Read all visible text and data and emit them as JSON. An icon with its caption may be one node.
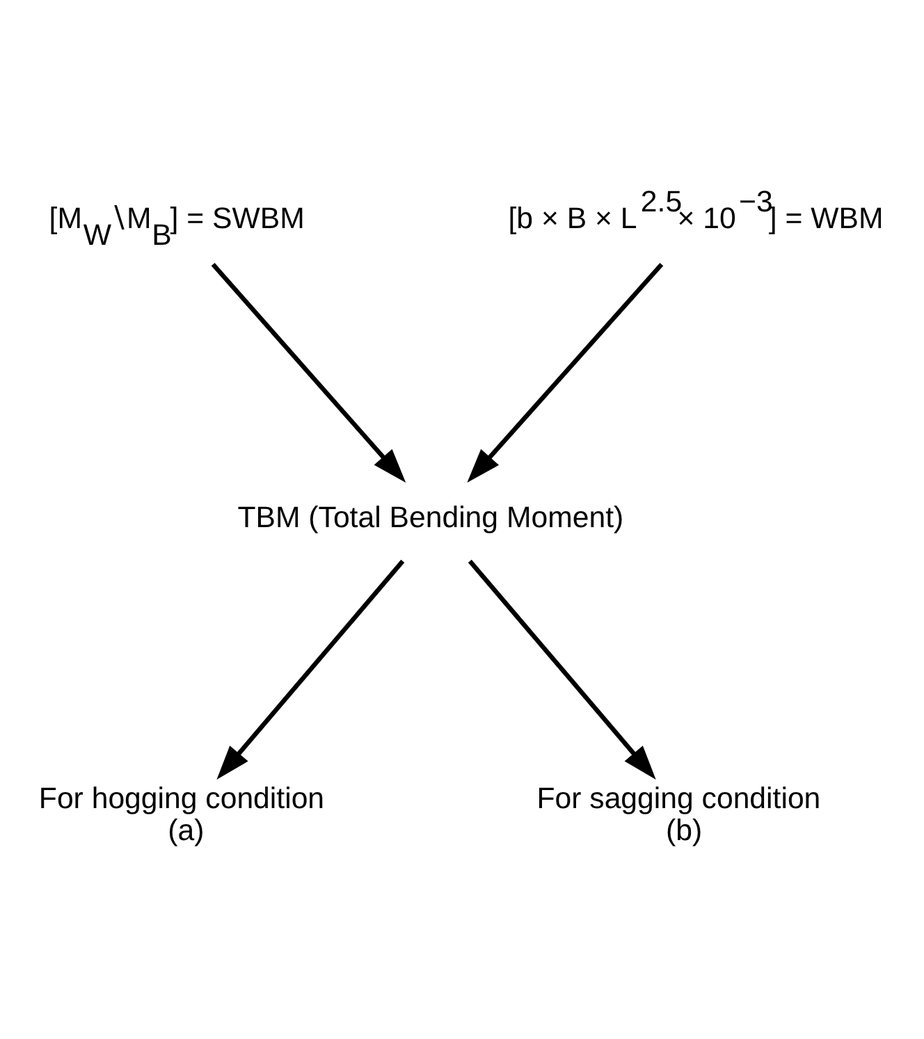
{
  "diagram": {
    "nodes": [
      {
        "text": [
          "[M$_{W}$∖M$_{B}$] = SWBM"
        ]
      },
      {
        "text": [
          "[b × B × L$^{2.5}$× 10$^{−3}$] = WBM"
        ]
      },
      {
        "text": [
          "TBM (Total Bending Moment)"
        ]
      },
      {
        "text": [
          "For hogging condition",
          "(a)"
        ]
      },
      {
        "text": [
          "For sagging condition",
          "(b)"
        ]
      }
    ],
    "edges": [
      {
        "from": 0,
        "to": 2,
        "arrow": "to"
      },
      {
        "from": 1,
        "to": 2,
        "arrow": "to"
      },
      {
        "from": 2,
        "to": 3,
        "arrow": "to"
      },
      {
        "from": 2,
        "to": 4,
        "arrow": "to"
      }
    ]
  }
}
